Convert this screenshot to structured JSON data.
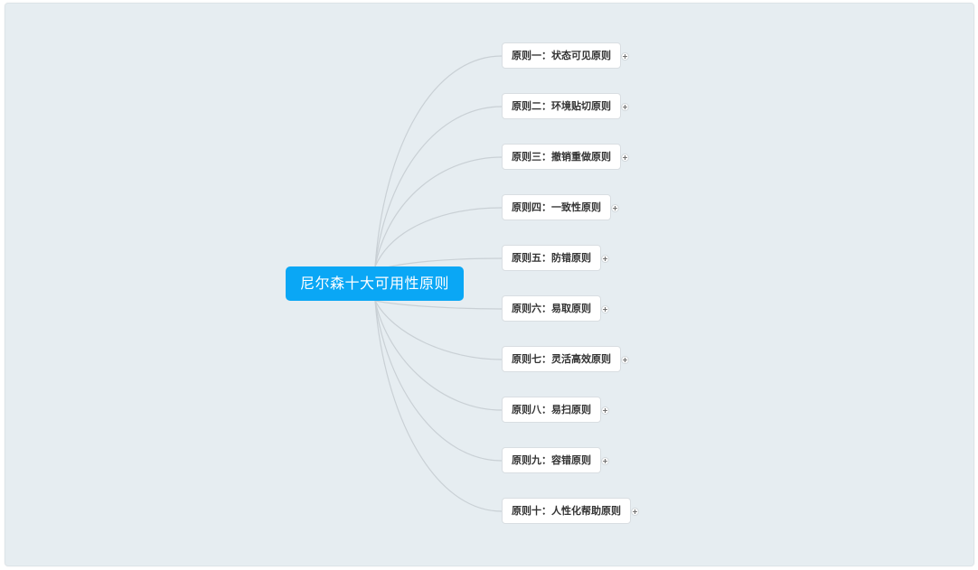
{
  "mindmap": {
    "root": {
      "label": "尼尔森十大可用性原则",
      "color": "#0aa7f5"
    },
    "children": [
      {
        "label": "原则一：状态可见原则",
        "expand": "+"
      },
      {
        "label": "原则二：环境贴切原则",
        "expand": "+"
      },
      {
        "label": "原则三：撤销重做原则",
        "expand": "+"
      },
      {
        "label": "原则四：一致性原则",
        "expand": "+"
      },
      {
        "label": "原则五：防错原则",
        "expand": "+"
      },
      {
        "label": "原则六：易取原则",
        "expand": "+"
      },
      {
        "label": "原则七：灵活高效原则",
        "expand": "+"
      },
      {
        "label": "原则八：易扫原则",
        "expand": "+"
      },
      {
        "label": "原则九：容错原则",
        "expand": "+"
      },
      {
        "label": "原则十：人性化帮助原则",
        "expand": "+"
      }
    ]
  }
}
